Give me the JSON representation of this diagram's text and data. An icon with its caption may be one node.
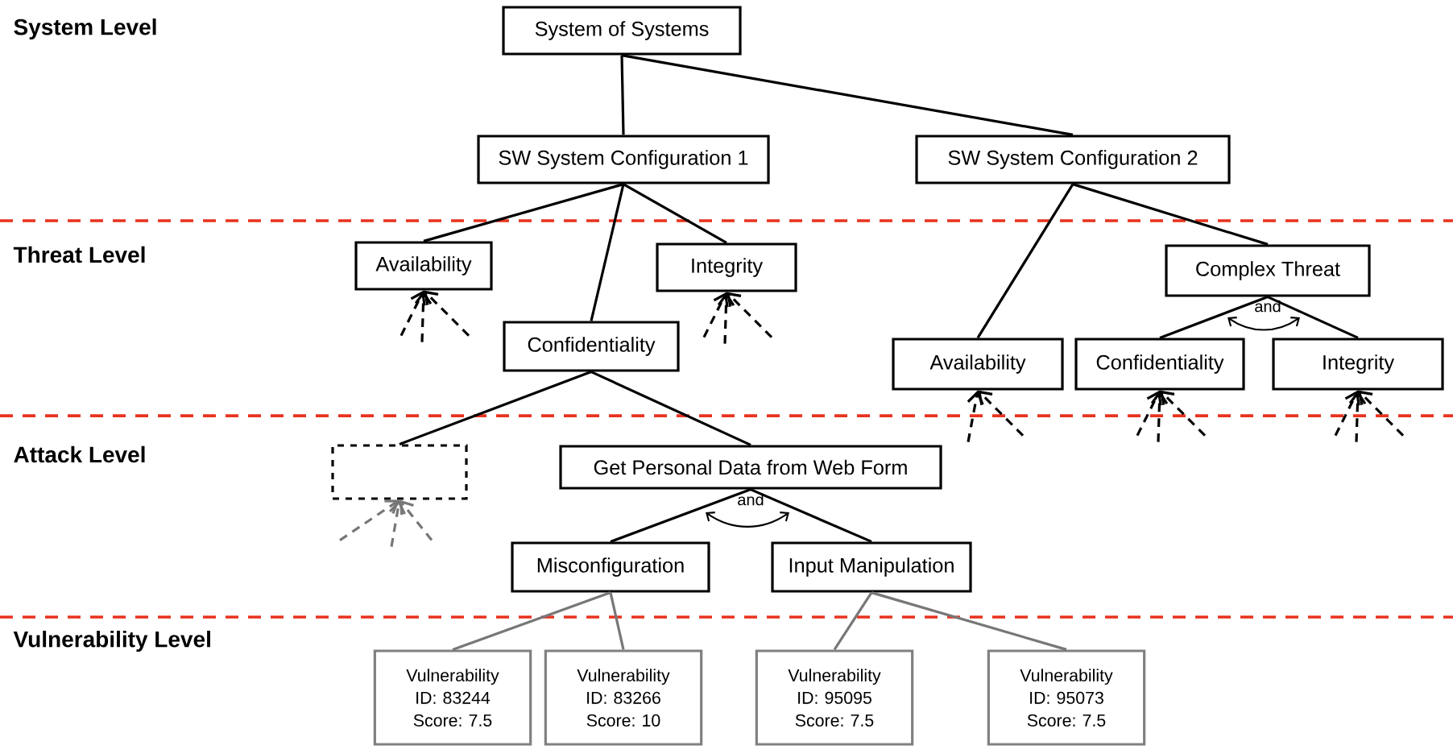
{
  "diagram": {
    "nodes": [
      {
        "text": [
          "System of Systems"
        ]
      },
      {
        "text": [
          "SW System Configuration 1"
        ]
      },
      {
        "text": [
          "SW System Configuration 2"
        ]
      },
      {
        "text": [
          "Availability"
        ]
      },
      {
        "text": [
          "Integrity"
        ]
      },
      {
        "text": [
          "Confidentiality"
        ]
      },
      {
        "text": [
          "Complex Threat"
        ]
      },
      {
        "text": [
          "Availability"
        ]
      },
      {
        "text": [
          "Confidentiality"
        ]
      },
      {
        "text": [
          "Integrity"
        ]
      },
      {
        "text": [],
        "shape": "box"
      },
      {
        "text": [
          "Get Personal Data from Web Form"
        ]
      },
      {
        "text": [
          "Misconfiguration"
        ]
      },
      {
        "text": [
          "Input Manipulation"
        ]
      },
      {
        "text": [
          "Vulnerability ID: 83244",
          "Score: 7.5"
        ]
      },
      {
        "text": [
          "Vulnerability ID: 83266",
          "Score: 10"
        ]
      },
      {
        "text": [
          "Vulnerability ID: 95095",
          "Score: 7.5"
        ]
      },
      {
        "text": [
          "Vulnerability ID: 95073",
          "Score: 7.5"
        ]
      }
    ],
    "edges": [
      {
        "from": 0,
        "to": 1,
        "arrow": "none"
      },
      {
        "from": 0,
        "to": 2,
        "arrow": "none"
      },
      {
        "from": 1,
        "to": 3,
        "arrow": "none"
      },
      {
        "from": 1,
        "to": 5,
        "arrow": "none"
      },
      {
        "from": 1,
        "to": 4,
        "arrow": "none"
      },
      {
        "from": 2,
        "to": 7,
        "arrow": "none"
      },
      {
        "from": 2,
        "to": 6,
        "arrow": "none"
      },
      {
        "from": 6,
        "to": 8,
        "arrow": "none"
      },
      {
        "from": 6,
        "to": 9,
        "arrow": "none"
      },
      {
        "from": 5,
        "to": 10,
        "arrow": "none"
      },
      {
        "from": 5,
        "to": 11,
        "arrow": "none"
      },
      {
        "from": 11,
        "to": 12,
        "arrow": "none"
      },
      {
        "from": 11,
        "to": 13,
        "arrow": "none"
      },
      {
        "from": 12,
        "to": 14,
        "arrow": "none",
        "color": "#777777"
      },
      {
        "from": 12,
        "to": 15,
        "arrow": "none",
        "color": "#777777"
      },
      {
        "from": 13,
        "to": 16,
        "arrow": "none",
        "color": "#777777"
      },
      {
        "from": 13,
        "to": 17,
        "arrow": "none",
        "color": "#777777"
      },
      {
        "from": null,
        "to": 3,
        "arrow": "to",
        "style": "dashed"
      },
      {
        "from": null,
        "to": 3,
        "arrow": "to",
        "style": "dashed"
      },
      {
        "from": null,
        "to": 3,
        "arrow": "to",
        "style": "dashed"
      },
      {
        "from": null,
        "to": 4,
        "arrow": "to",
        "style": "dashed"
      },
      {
        "from": null,
        "to": 4,
        "arrow": "to",
        "style": "dashed"
      },
      {
        "from": null,
        "to": 4,
        "arrow": "to",
        "style": "dashed"
      },
      {
        "from": null,
        "to": 7,
        "arrow": "to",
        "style": "dashed"
      },
      {
        "from": null,
        "to": 7,
        "arrow": "to",
        "style": "dashed"
      },
      {
        "from": null,
        "to": 8,
        "arrow": "to",
        "style": "dashed"
      },
      {
        "from": null,
        "to": 8,
        "arrow": "to",
        "style": "dashed"
      },
      {
        "from": null,
        "to": 8,
        "arrow": "to",
        "style": "dashed"
      },
      {
        "from": null,
        "to": 9,
        "arrow": "to",
        "style": "dashed"
      },
      {
        "from": null,
        "to": 9,
        "arrow": "to",
        "style": "dashed"
      },
      {
        "from": null,
        "to": 9,
        "arrow": "to",
        "style": "dashed"
      },
      {
        "from": null,
        "to": 10,
        "arrow": "to",
        "style": "dashed",
        "color": "#777777"
      },
      {
        "from": null,
        "to": 10,
        "arrow": "to",
        "style": "dashed",
        "color": "#777777"
      },
      {
        "from": null,
        "to": 10,
        "arrow": "to",
        "style": "dashed",
        "color": "#777777"
      }
    ],
    "labels": [
      "System Level",
      "Threat Level",
      "and",
      "Attack Level",
      "and",
      "Vulnerability Level"
    ]
  }
}
